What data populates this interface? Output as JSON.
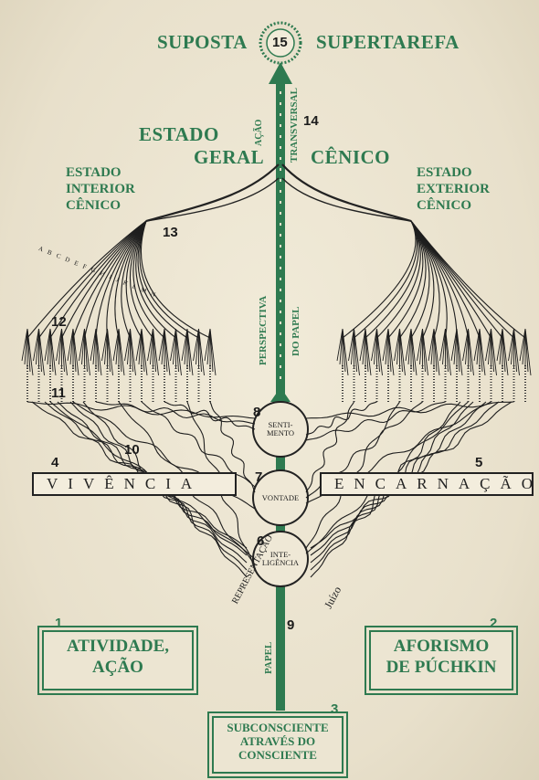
{
  "top": {
    "left": "SUPOSTA",
    "number": "15",
    "right": "SUPERTAREFA"
  },
  "general_state": {
    "word1": "ESTADO",
    "word2": "GERAL",
    "word3": "CÊNICO",
    "number": "14"
  },
  "interior_state": {
    "line1": "ESTADO",
    "line2": "INTERIOR",
    "line3": "CÊNICO",
    "number": "13"
  },
  "exterior_state": {
    "line1": "ESTADO",
    "line2": "EXTERIOR",
    "line3": "CÊNICO"
  },
  "axis_labels": {
    "acao": "AÇÃO",
    "transversal": "TRANSVERSAL",
    "perspectiva": "PERSPECTIVA",
    "do_papel": "DO PAPEL",
    "papel": "PAPEL",
    "representacao": "REPRESENTAÇÃO",
    "juizo": "Juízo"
  },
  "letters": "A B C D E F G H I J K L M N",
  "numbers": {
    "n12": "12",
    "n11": "11",
    "n10": "10",
    "n4": "4",
    "n5": "5",
    "n8": "8",
    "n7": "7",
    "n6": "6",
    "n9": "9",
    "n1": "1",
    "n2": "2",
    "n3": "3"
  },
  "circles": {
    "sentimento": "SENTI-\nMENTO",
    "vontade": "VONTADE",
    "inteligencia": "INTE-\nLIGÊNCIA"
  },
  "bands": {
    "left": "VIVÊNCIA",
    "right": "ENCARNAÇÃO"
  },
  "boxes": {
    "left": "ATIVIDADE,\nAÇÃO",
    "right": "AFORISMO\nDE PÚCHKIN",
    "bottom": "SUBCONSCIENTE\nATRAVÉS DO\nCONSCIENTE"
  },
  "colors": {
    "green": "#2e7a50",
    "ink": "#1c1c1c",
    "paper": "#ece5d2"
  }
}
